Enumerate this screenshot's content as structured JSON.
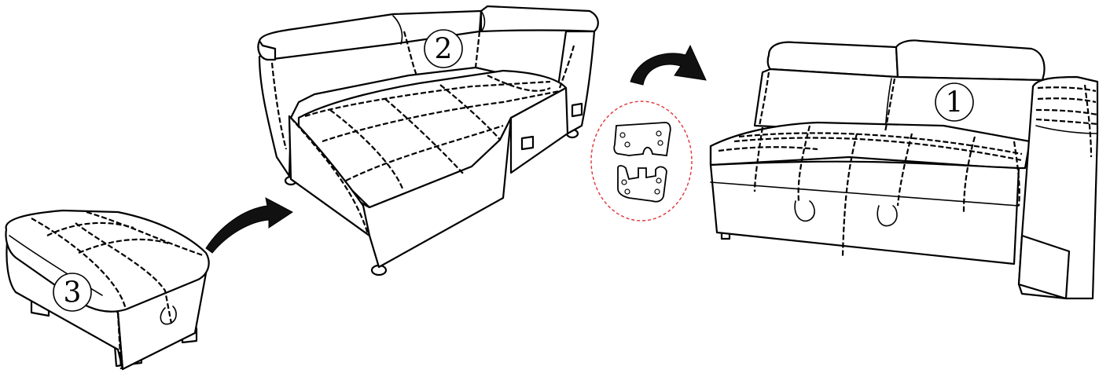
{
  "components": [
    {
      "id": "corner-seat",
      "number": "1"
    },
    {
      "id": "chaise-section",
      "number": "2"
    },
    {
      "id": "storage-ottoman",
      "number": "3"
    }
  ],
  "hardware": {
    "icon": "connector-bracket-icon",
    "count": 2,
    "highlight_color": "#e0353a"
  },
  "arrows": [
    {
      "id": "ottoman-to-chaise",
      "icon": "curved-arrow-icon"
    },
    {
      "id": "chaise-to-corner",
      "icon": "curved-arrow-icon"
    }
  ],
  "colors": {
    "line": "#000000",
    "background": "#ffffff",
    "hardware_ring": "#e0353a"
  }
}
